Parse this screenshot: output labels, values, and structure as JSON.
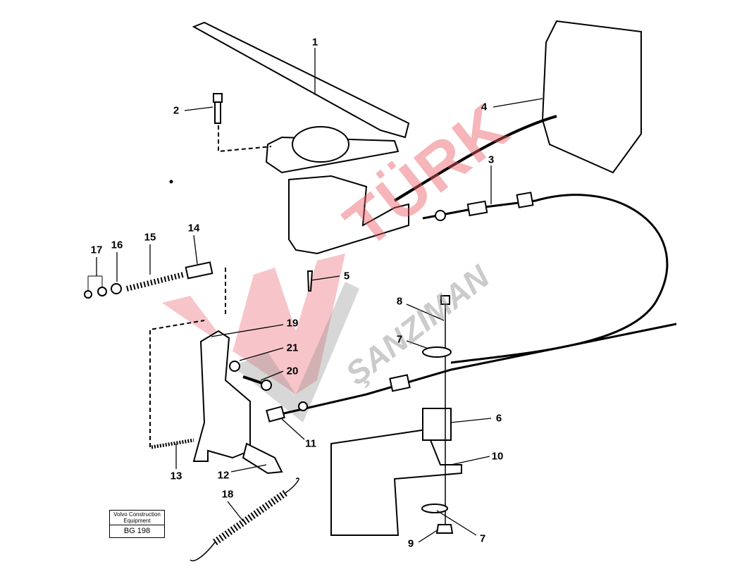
{
  "diagram": {
    "callouts": [
      "1",
      "2",
      "3",
      "4",
      "5",
      "6",
      "7",
      "7",
      "8",
      "9",
      "10",
      "11",
      "12",
      "13",
      "14",
      "15",
      "16",
      "17",
      "18",
      "19",
      "20",
      "21"
    ],
    "id_box": {
      "company": "Volvo Construction Equipment",
      "code": "BG 198"
    },
    "watermark": {
      "line1": "TÜRK",
      "line2": "ŞANZIMAN"
    },
    "colors": {
      "line": "#000000",
      "watermark_red": "#e85a64",
      "watermark_gray": "#8c8c8c"
    }
  }
}
